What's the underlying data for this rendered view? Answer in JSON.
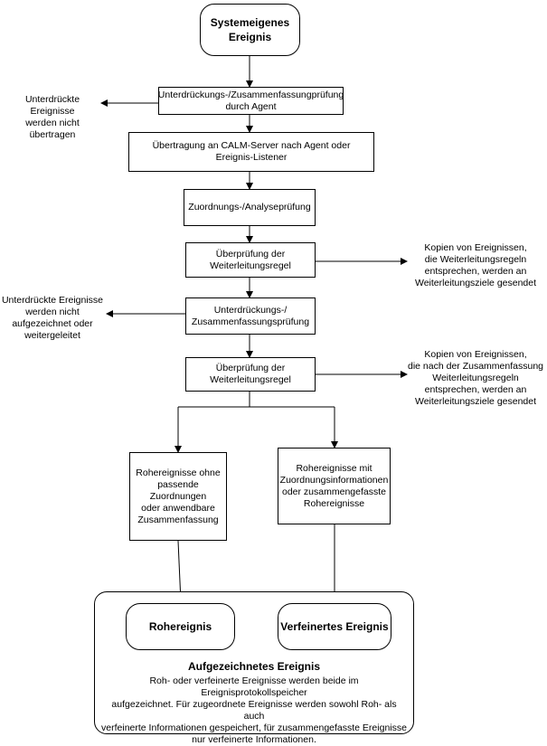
{
  "nodes": {
    "start": "Systemeigenes\nEreignis",
    "suppress_agent": "Unterdrückungs-/Zusammenfassungprüfung\ndurch Agent",
    "transfer": "Übertragung an CALM-Server nach Agent oder\nEreignis-Listener",
    "mapping": "Zuordnungs-/Analyseprüfung",
    "forward_check_1": "Überprüfung der\nWeiterleitungsregel",
    "suppress_2": "Unterdrückungs-/\nZusammenfassungsprüfung",
    "forward_check_2": "Überprüfung der\nWeiterleitungsregel",
    "raw_no_mapping": "Rohereignisse ohne\npassende Zuordnungen\noder anwendbare\nZusammenfassung",
    "raw_with_mapping": "Rohereignisse mit\nZuordnungsinformationen\noder zusammengefasste\nRohereignisse",
    "raw_event": "Rohereignis",
    "refined_event": "Verfeinertes Ereignis"
  },
  "notes": {
    "suppressed_not_sent": "Unterdrückte Ereignisse\nwerden nicht übertragen",
    "forward_copies_1": "Kopien von Ereignissen,\ndie Weiterleitungsregeln\nentsprechen, werden an\nWeiterleitungsziele gesendet",
    "suppressed_not_recorded": "Unterdrückte Ereignisse\nwerden nicht\naufgezeichnet oder\nweitergeleitet",
    "forward_copies_2": "Kopien von Ereignissen,\ndie nach der Zusammenfassung\nWeiterleitungsregeln\nentsprechen, werden an\nWeiterleitungsziele gesendet"
  },
  "recorded": {
    "title": "Aufgezeichnetes Ereignis",
    "text": "Roh- oder verfeinerte Ereignisse werden beide im Ereignisprotokollspeicher\naufgezeichnet. Für zugeordnete Ereignisse werden sowohl Roh- als auch\nverfeinerte Informationen gespeichert, für zusammengefasste Ereignisse\nnur verfeinerte Informationen."
  }
}
